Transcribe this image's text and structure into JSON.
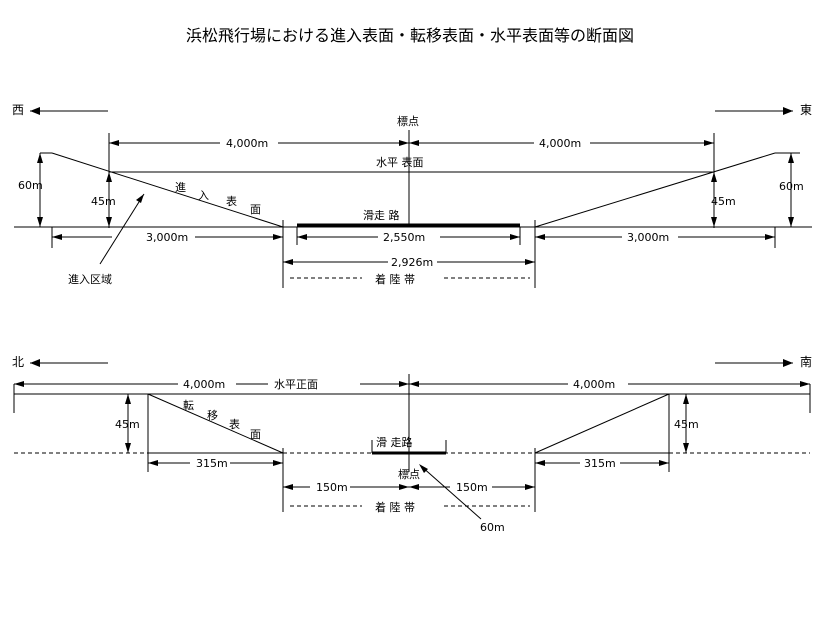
{
  "title": "浜松飛行場における進入表面・転移表面・水平表面等の断面図",
  "diagram1": {
    "west": "西",
    "east": "東",
    "reference_point": "標点",
    "dim_4000_left": "4,000m",
    "dim_4000_right": "4,000m",
    "horizontal_surface": "水平 表面",
    "height_60_left": "60m",
    "height_60_right": "60m",
    "height_45_left": "45m",
    "height_45_right": "45m",
    "approach_surface_chars": [
      "進",
      "入",
      "表",
      "面"
    ],
    "runway": "滑走 路",
    "dim_3000_left": "3,000m",
    "dim_2550": "2,550m",
    "dim_3000_right": "3,000m",
    "dim_2926": "2,926m",
    "landing_strip": "着 陸 帯",
    "approach_area": "進入区域"
  },
  "diagram2": {
    "north": "北",
    "south": "南",
    "dim_4000_left": "4,000m",
    "horizontal_surface": "水平正面",
    "dim_4000_right": "4,000m",
    "height_45_left": "45m",
    "height_45_right": "45m",
    "transitional_surface_chars": [
      "転",
      "移",
      "表",
      "面"
    ],
    "runway": "滑 走路",
    "reference_point": "標点",
    "dim_315_left": "315m",
    "dim_315_right": "315m",
    "dim_150_left": "150m",
    "dim_150_right": "150m",
    "landing_strip": "着 陸 帯",
    "dim_60": "60m"
  }
}
